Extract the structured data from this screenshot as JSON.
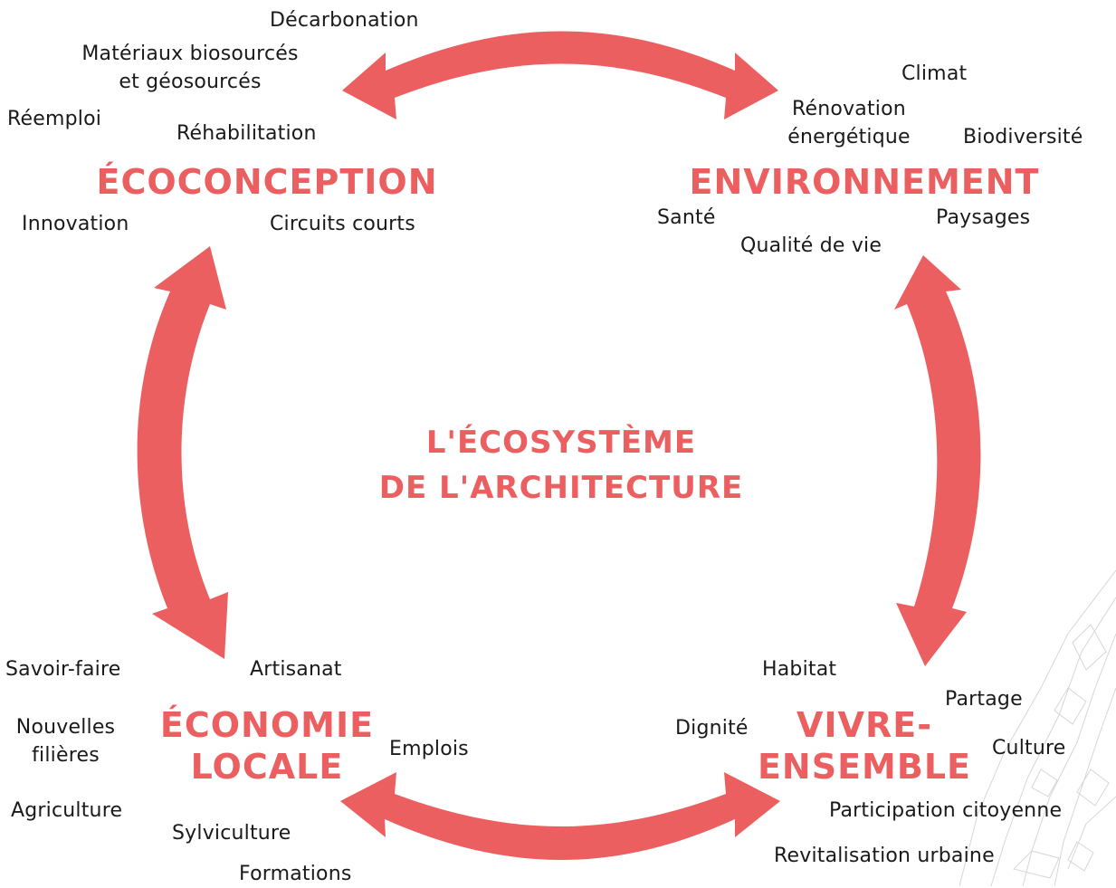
{
  "colors": {
    "accent": "#ec5f60",
    "text": "#1a1a1a",
    "map_lines": "#c9c9c9"
  },
  "center_title": {
    "line1": "L'ÉCOSYSTÈME",
    "line2": "DE L'ARCHITECTURE"
  },
  "pillars": {
    "ecoconception": "ÉCOCONCEPTION",
    "environnement": "ENVIRONNEMENT",
    "economie_line1": "ÉCONOMIE",
    "economie_line2": "LOCALE",
    "vivre_line1": "VIVRE-",
    "vivre_line2": "ENSEMBLE"
  },
  "ecoconception_terms": {
    "decarbonation": "Décarbonation",
    "materiaux_1": "Matériaux biosourcés",
    "materiaux_2": "et géosourcés",
    "reemploi": "Réemploi",
    "rehabilitation": "Réhabilitation",
    "innovation": "Innovation",
    "circuits_courts": "Circuits courts"
  },
  "environnement_terms": {
    "climat": "Climat",
    "renovation_1": "Rénovation",
    "renovation_2": "énergétique",
    "biodiversite": "Biodiversité",
    "sante": "Santé",
    "paysages": "Paysages",
    "qualite_de_vie": "Qualité de vie"
  },
  "economie_terms": {
    "savoir_faire": "Savoir-faire",
    "artisanat": "Artisanat",
    "nouvelles_1": "Nouvelles",
    "nouvelles_2": "filières",
    "emplois": "Emplois",
    "agriculture": "Agriculture",
    "sylviculture": "Sylviculture",
    "formations": "Formations"
  },
  "vivre_terms": {
    "habitat": "Habitat",
    "partage": "Partage",
    "dignite": "Dignité",
    "culture": "Culture",
    "participation": "Participation citoyenne",
    "revitalisation": "Revitalisation urbaine"
  }
}
